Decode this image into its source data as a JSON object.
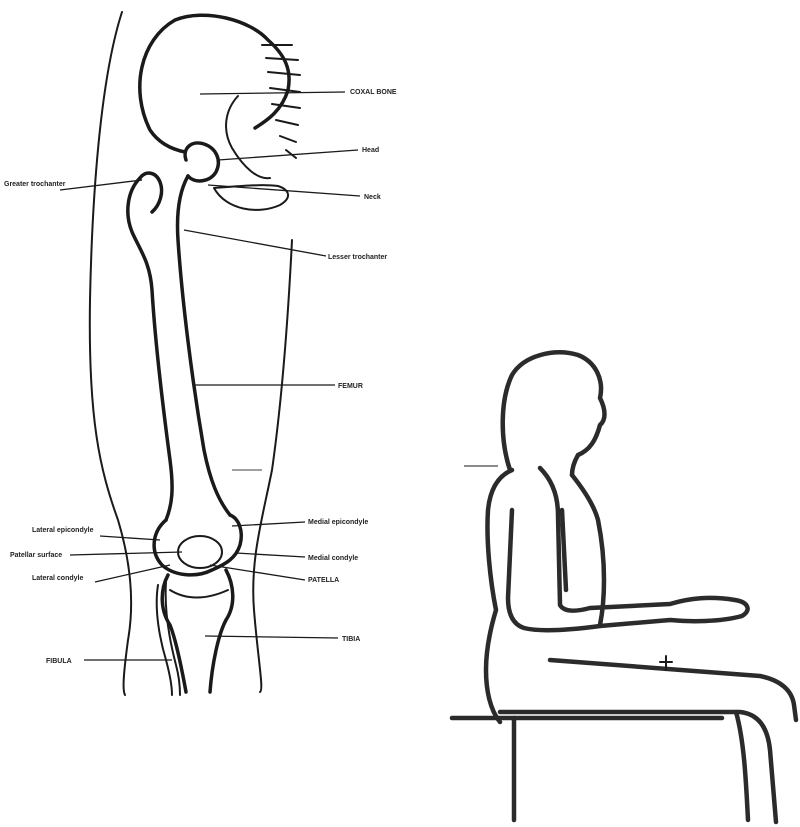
{
  "anatomy_labels": {
    "coxal_bone": "COXAL BONE",
    "head": "Head",
    "neck": "Neck",
    "greater_trochanter": "Greater trochanter",
    "lesser_trochanter": "Lesser trochanter",
    "femur": "FEMUR",
    "lateral_epicondyle": "Lateral epicondyle",
    "medial_epicondyle": "Medial epicondyle",
    "patellar_surface": "Patellar surface",
    "medial_condyle": "Medial condyle",
    "lateral_condyle": "Lateral condyle",
    "patella": "PATELLA",
    "tibia": "TIBIA",
    "fibula": "FIBULA"
  }
}
